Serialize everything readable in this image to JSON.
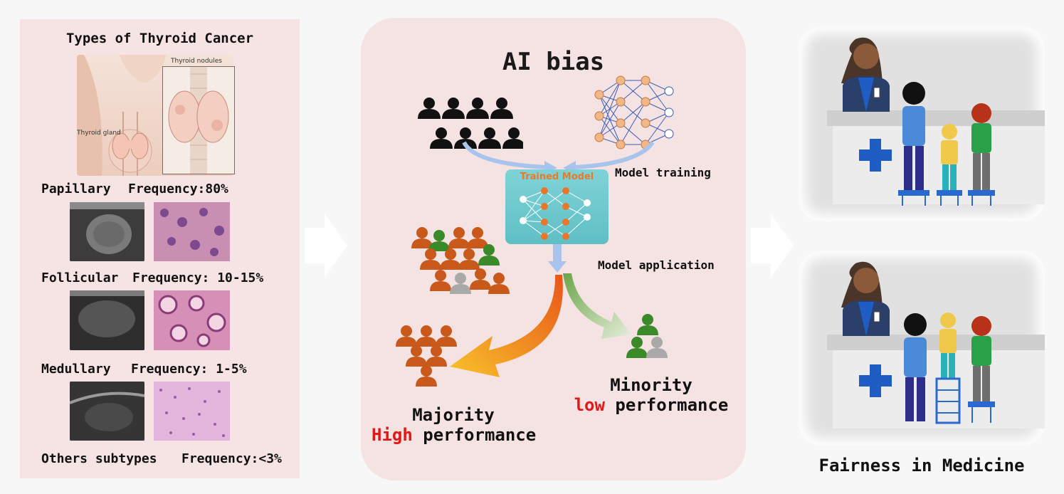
{
  "left": {
    "title": "Types of Thyroid Cancer",
    "anatomy_labels": {
      "nodules": "Thyroid nodules",
      "gland": "Thyroid gland"
    },
    "subtypes": [
      {
        "name": "Papillary",
        "frequency": "Frequency:80%"
      },
      {
        "name": "Follicular",
        "frequency": "Frequency: 10-15%"
      },
      {
        "name": "Medullary",
        "frequency": "Frequency: 1-5%"
      },
      {
        "name": "Others subtypes",
        "frequency": "Frequency:<3%"
      }
    ]
  },
  "center": {
    "title": "AI bias",
    "trained_model": "Trained Model",
    "model_training": "Model training",
    "model_application": "Model application",
    "majority": {
      "line1": "Majority",
      "emph": "High",
      "rest": "performance"
    },
    "minority": {
      "line1": "Minority",
      "emph": "low",
      "rest": "performance"
    }
  },
  "right": {
    "title": "Fairness in Medicine"
  },
  "colors": {
    "majority_person": "#c8591a",
    "minority_green": "#3a8a2a",
    "minority_gray": "#a9a9a9",
    "data_black": "#111111",
    "network_orange": "#f0b787",
    "network_blue": "#3b5fb5",
    "emphasis_red": "#e01818",
    "medical_cross": "#1f5cc4"
  }
}
